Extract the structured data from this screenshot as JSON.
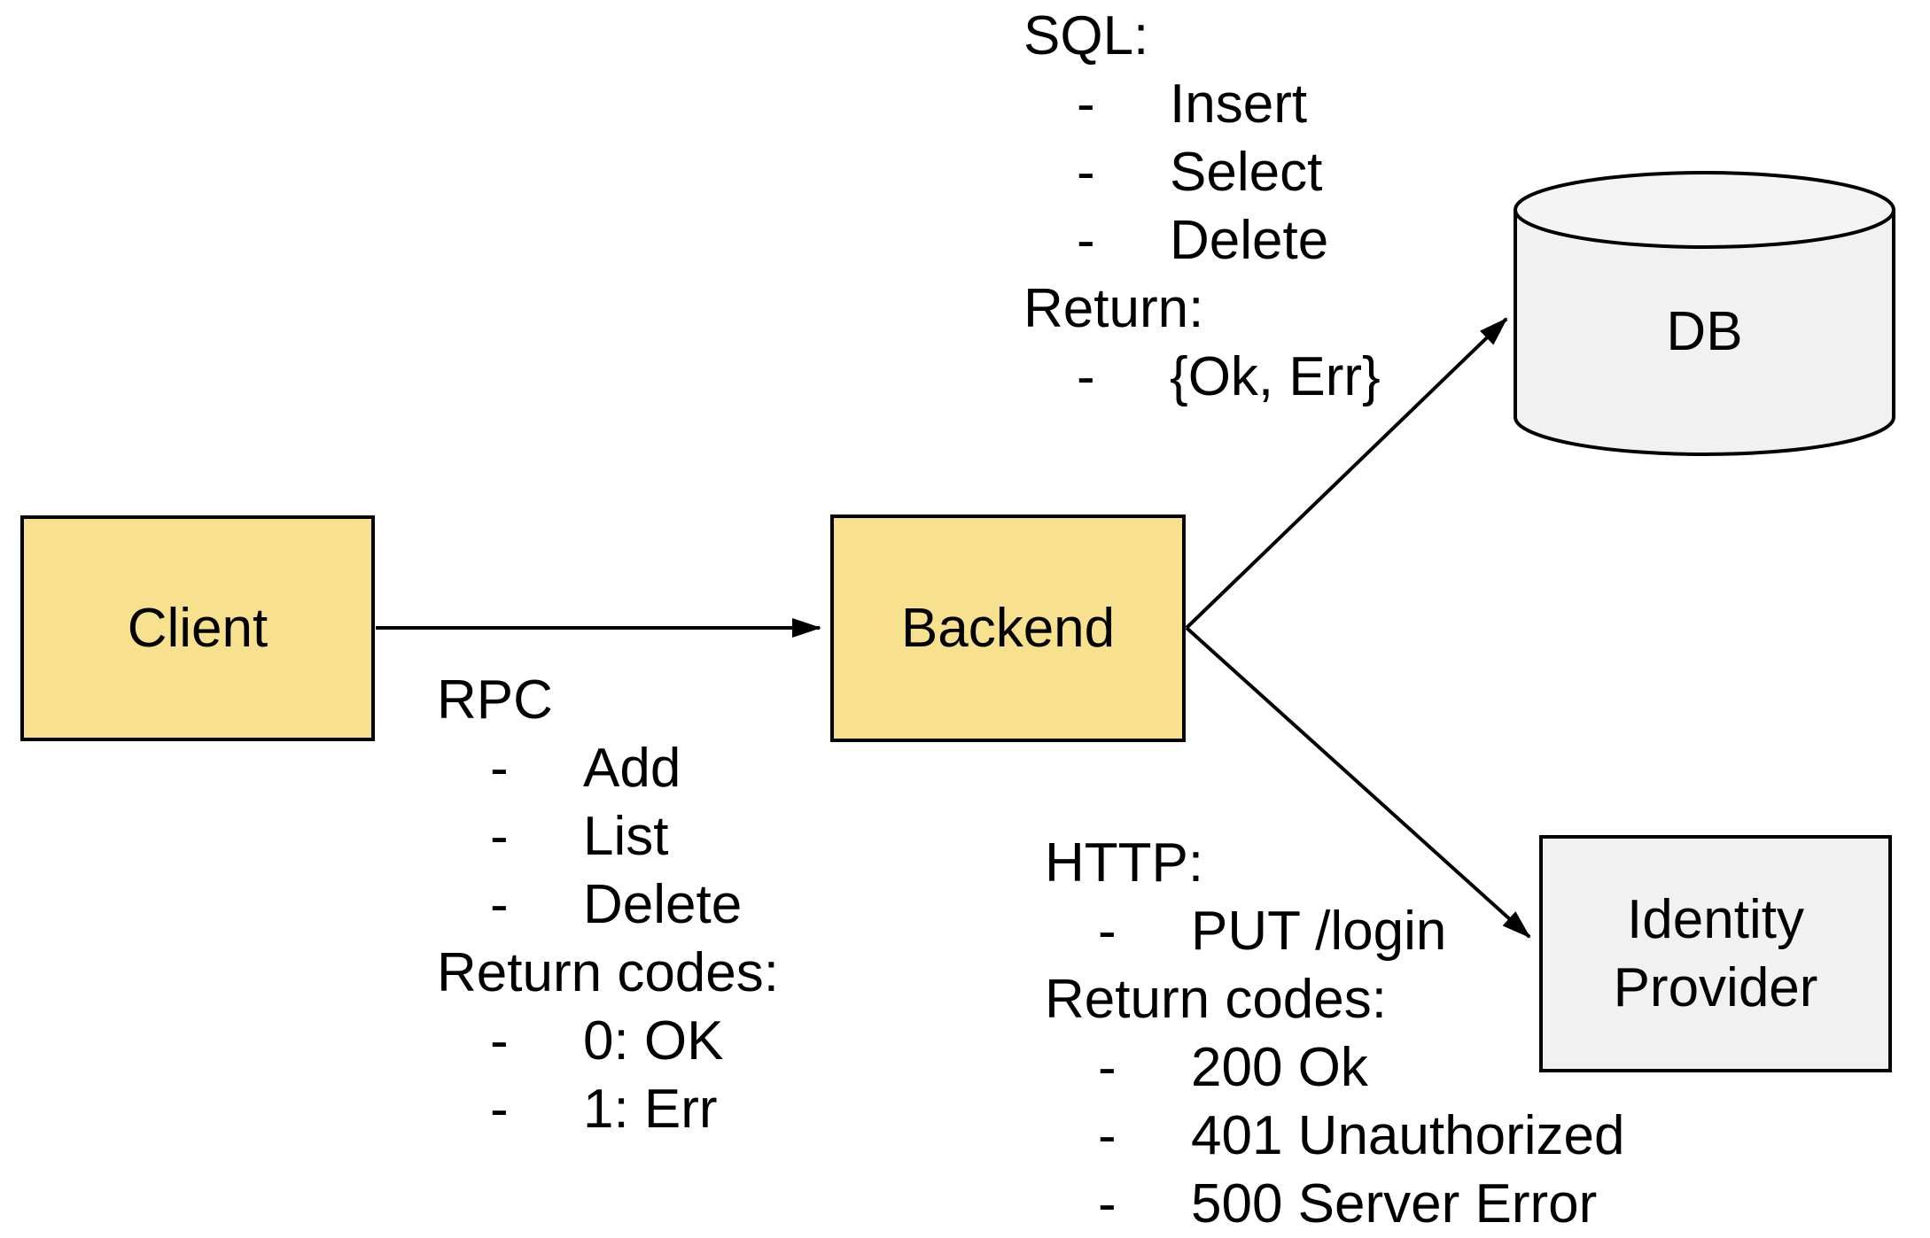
{
  "nodes": {
    "client": {
      "label": "Client"
    },
    "backend": {
      "label": "Backend"
    },
    "db": {
      "label": "DB"
    },
    "identity_provider": {
      "label": "Identity Provider"
    }
  },
  "annotations": {
    "rpc": {
      "bullet": "-",
      "header": "RPC",
      "items": [
        "Add",
        "List",
        "Delete"
      ],
      "subheader": "Return codes:",
      "sub_items": [
        "0: OK",
        "1: Err"
      ]
    },
    "sql": {
      "bullet": "-",
      "header": "SQL:",
      "items": [
        "Insert",
        "Select",
        "Delete"
      ],
      "subheader": "Return:",
      "sub_items": [
        "{Ok, Err}"
      ]
    },
    "http": {
      "bullet": "-",
      "header": "HTTP:",
      "items": [
        "PUT /login"
      ],
      "subheader": "Return codes:",
      "sub_items": [
        "200 Ok",
        "401 Unauthorized",
        "500 Server Error"
      ]
    }
  },
  "colors": {
    "node_fill_yellow": "#F7E08E",
    "node_fill_gray": "#F1F1F1",
    "stroke": "#000000",
    "background": "#FFFFFF"
  }
}
